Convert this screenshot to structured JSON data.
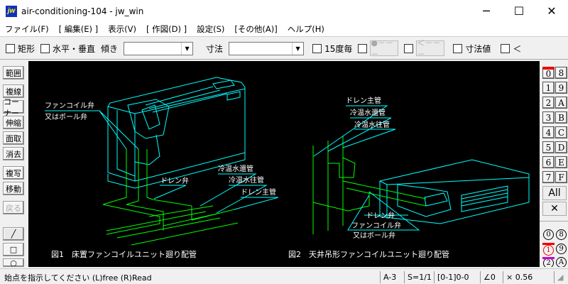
{
  "window": {
    "title": "air-conditioning-104 - jw_win",
    "icon_text": "jw",
    "minimize": "─",
    "maximize": "☐",
    "close": "✕"
  },
  "menu": [
    "ファイル(F)",
    "[ 編集(E) ]",
    "表示(V)",
    "[ 作図(D) ]",
    "設定(S)",
    "[その他(A)]",
    "ヘルプ(H)"
  ],
  "toolbar": {
    "rect": "矩形",
    "hv": "水平・垂直",
    "tilt": "傾き",
    "dim": "寸法",
    "deg15": "15度毎",
    "btn1": "●－－－",
    "btn2": "＜－－－",
    "dimval": "寸法値",
    "lt": "＜",
    "tilt_value": "",
    "dim_value": ""
  },
  "left_buttons": [
    "範囲",
    "複線",
    "コーナー",
    "伸縮",
    "面取",
    "消去",
    "複写",
    "移動",
    "戻る"
  ],
  "layers": [
    "0",
    "1",
    "2",
    "3",
    "4",
    "5",
    "6",
    "7",
    "8",
    "9",
    "A",
    "B",
    "C",
    "D",
    "E",
    "F"
  ],
  "right_buttons": {
    "all": "All",
    "x": "✕"
  },
  "layer_groups": [
    "0",
    "8",
    "1",
    "9",
    "2",
    "A"
  ],
  "drawing": {
    "fig1": {
      "label_valve1": "ファンコイル弁",
      "label_valve2": "又はボール弁",
      "drain_valve": "ドレン弁",
      "return": "冷温水還管",
      "supply": "冷温水往管",
      "drain_main": "ドレン主管",
      "caption": "図1　床置ファンコイルユニット廻り配管"
    },
    "fig2": {
      "drain_main": "ドレン主管",
      "return": "冷温水還管",
      "supply": "冷温水往管",
      "drain_valve": "ドレン弁",
      "label_valve1": "ファンコイル弁",
      "label_valve2": "又はボール弁",
      "caption": "図2　天井吊形ファンコイルユニット廻り配管"
    },
    "colors": {
      "unit": "#00ffff",
      "pipe": "#00ff00",
      "text": "#ffffff"
    }
  },
  "status": {
    "message": "始点を指示してください (L)free (R)Read",
    "paper": "A-3",
    "scale": "S=1/1",
    "layer": "[0-1]0-0",
    "angle": "∠0",
    "zoom": "× 0.56"
  }
}
